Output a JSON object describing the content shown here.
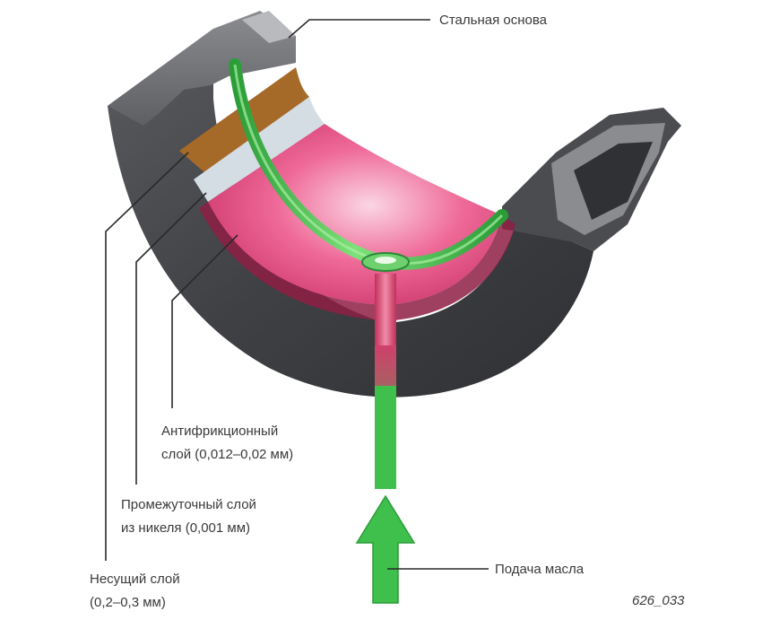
{
  "labels": {
    "steel_base": "Стальная основа",
    "antifriction_1": "Антифрикционный",
    "antifriction_2": "слой (0,012–0,02 мм)",
    "intermediate_1": "Промежуточный слой",
    "intermediate_2": "из никеля (0,001 мм)",
    "carrier_1": "Несущий слой",
    "carrier_2": "(0,2–0,3 мм)",
    "oil_supply": "Подача масла"
  },
  "figure_ref": "626_033",
  "colors": {
    "steel": "#4e5054",
    "steel_light": "#7b7d81",
    "bronze": "#a56a28",
    "nickel": "#c9d2dc",
    "antifriction": "#e2447a",
    "oil_channel": "#3fbf4c",
    "callout_line": "#2a2a2a"
  }
}
